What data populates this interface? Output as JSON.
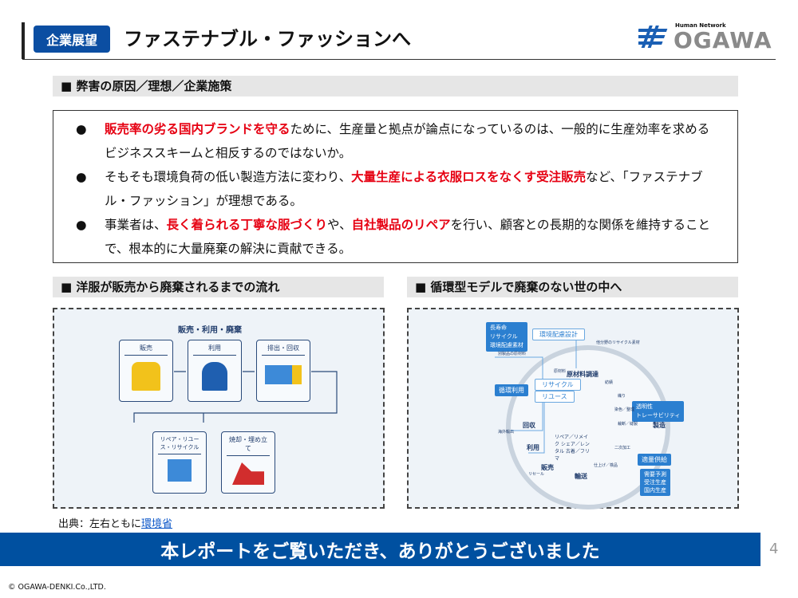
{
  "header": {
    "badge": "企業展望",
    "title": "ファステナブル・ファッションへ",
    "logo_tagline": "Human Network",
    "logo_name": "OGAWA"
  },
  "section1": {
    "heading": "■ 弊害の原因／理想／企業施策",
    "bullets": [
      {
        "bullet": "●",
        "parts": [
          {
            "text": "販売率の劣る国内ブランドを守る",
            "red": true
          },
          {
            "text": "ために、生産量と拠点が論点になっているのは、一般的に生産効率を求めるビジネススキームと相反するのではないか。",
            "red": false
          }
        ]
      },
      {
        "bullet": "●",
        "parts": [
          {
            "text": "そもそも環境負荷の低い製造方法に変わり、",
            "red": false
          },
          {
            "text": "大量生産による衣服ロスをなくす受注販売",
            "red": true
          },
          {
            "text": "など、「ファステナブル・ファッション」が理想である。",
            "red": false
          }
        ]
      },
      {
        "bullet": "●",
        "parts": [
          {
            "text": "事業者は、",
            "red": false
          },
          {
            "text": "長く着られる丁寧な服づくり",
            "red": true
          },
          {
            "text": "や、",
            "red": false
          },
          {
            "text": "自社製品のリペア",
            "red": true
          },
          {
            "text": "を行い、顧客との長期的な関係を維持することで、根本的に大量廃棄の解決に貢献できる。",
            "red": false
          }
        ]
      }
    ]
  },
  "section2": {
    "heading": "■ 洋服が販売から廃棄されるまでの流れ",
    "diagram": {
      "title": "販売・利用・廃棄",
      "cards": [
        "販売",
        "利用",
        "排出・回収",
        "リペア・リユース・リサイクル",
        "焼却・埋め立て"
      ]
    }
  },
  "section3": {
    "heading": "■ 循環型モデルで廃棄のない世の中へ",
    "diagram": {
      "design": "環境配慮設計",
      "design_checks": [
        "長寿命",
        "リサイクル",
        "環境配慮素材"
      ],
      "recycle": "リサイクル",
      "reuse": "リユース",
      "circular": "循環利用",
      "stages": [
        "原材料調達",
        "製造",
        "輸送",
        "販売",
        "利用",
        "回収"
      ],
      "mfg_checks": [
        "透明性",
        "トレーサビリティ"
      ],
      "supply": "適量供給",
      "supply_checks": [
        "需要予測",
        "受注生産",
        "国内生産"
      ],
      "inner": "リペア／リメイク シェア／レンタル 古着／フリマ",
      "small": [
        "他分野のリサイクル素材",
        "別製品の原材料",
        "海外輸出",
        "原材料",
        "紡績",
        "織り",
        "染色／整理",
        "裁断／縫製",
        "二次加工",
        "仕上げ／検品",
        "リセール"
      ]
    }
  },
  "footer": {
    "source_label": "出典：左右ともに",
    "source_link": "環境省",
    "banner": "本レポートをご覧いただき、ありがとうございました",
    "page": "4",
    "copyright": "© OGAWA-DENKI.Co.,LTD."
  }
}
